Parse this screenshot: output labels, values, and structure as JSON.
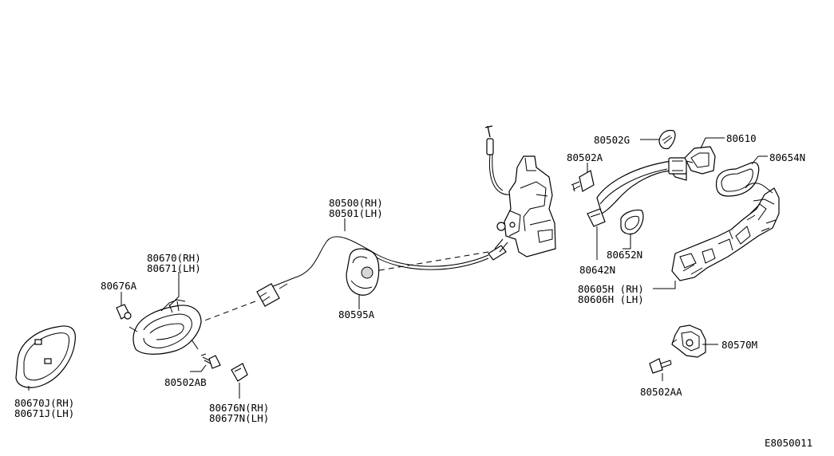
{
  "labels": {
    "l_80502G": "80502G",
    "l_80610": "80610",
    "l_80654N": "80654N",
    "l_80502A": "80502A",
    "l_80500": "80500(RH)",
    "l_80501": "80501(LH)",
    "l_80652N": "80652N",
    "l_80642N": "80642N",
    "l_80605H": "80605H (RH)",
    "l_80606H": "80606H (LH)",
    "l_80670": "80670(RH)",
    "l_80671": "80671(LH)",
    "l_80676A": "80676A",
    "l_80595A": "80595A",
    "l_80570M": "80570M",
    "l_80502AB": "80502AB",
    "l_80502AA": "80502AA",
    "l_80670J": "80670J(RH)",
    "l_80671J": "80671J(LH)",
    "l_80676N": "80676N(RH)",
    "l_80677N": "80677N(LH)",
    "diagram_code": "E8050011"
  }
}
